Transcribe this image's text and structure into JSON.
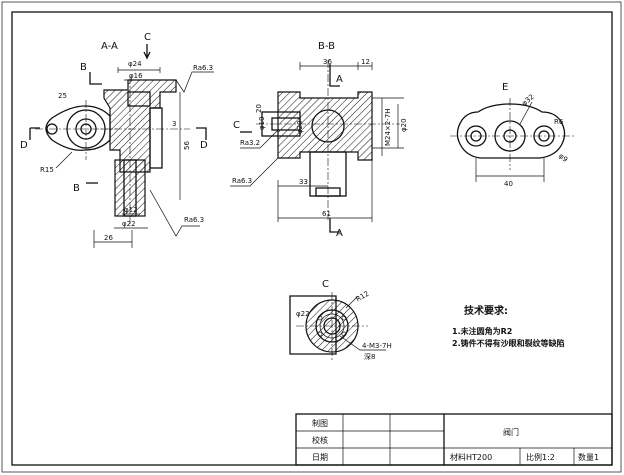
{
  "views": {
    "section_aa": {
      "label": "A-A",
      "cut_markers": [
        "B",
        "B",
        "D",
        "D",
        "C"
      ],
      "dims": [
        "φ24",
        "φ16",
        "Ra6.3",
        "25",
        "R15",
        "3",
        "56",
        "φ12",
        "φ22",
        "26",
        "Ra6.3"
      ]
    },
    "section_bb": {
      "label": "B-B",
      "cut_markers": [
        "A",
        "A",
        "C"
      ],
      "dims": [
        "36",
        "12",
        "20",
        "Ra3.2",
        "Ra6.3",
        "φ10",
        "φ20",
        "M24×2-7H",
        "φ20",
        "33",
        "61"
      ]
    },
    "view_e": {
      "label": "E",
      "dims": [
        "φ32",
        "R6",
        "φ9",
        "40"
      ]
    },
    "view_c": {
      "label": "C",
      "dims": [
        "R12",
        "φ22",
        "4-M3-7H",
        "深8"
      ]
    }
  },
  "tech_requirements": {
    "title": "技术要求:",
    "items": [
      "1.未注圆角为R2",
      "2.铸件不得有沙眼和裂纹等缺陷"
    ]
  },
  "title_block": {
    "drawn_label": "制图",
    "checked_label": "校核",
    "date_label": "日期",
    "part_name": "阀门",
    "material": "材料HT200",
    "scale": "比例1:2",
    "quantity": "数量1"
  }
}
